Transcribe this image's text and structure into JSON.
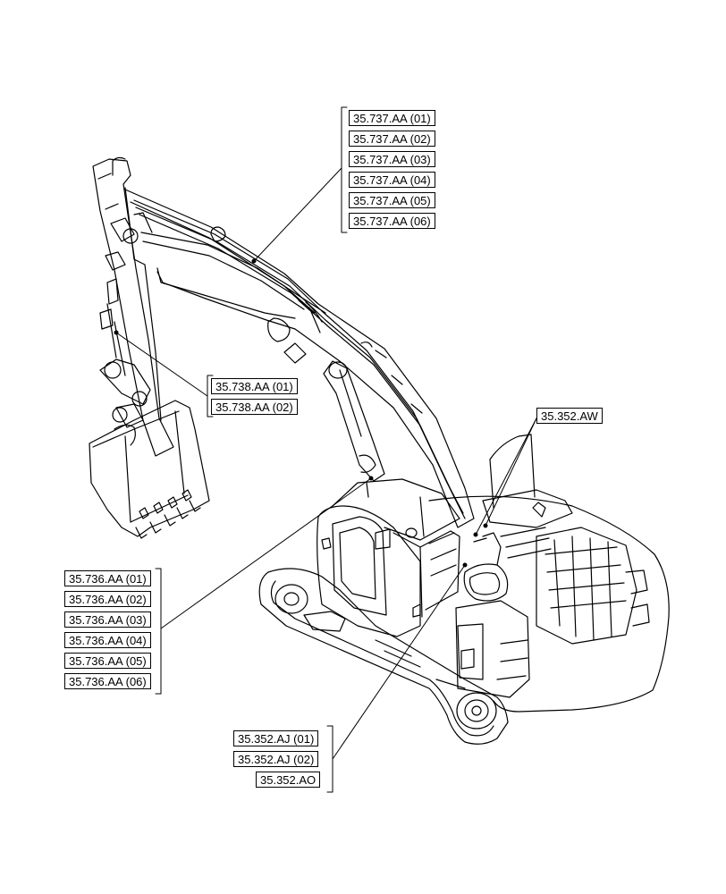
{
  "callouts": {
    "arm_lines": [
      "35.737.AA (01)",
      "35.737.AA (02)",
      "35.737.AA (03)",
      "35.737.AA (04)",
      "35.737.AA (05)",
      "35.737.AA (06)"
    ],
    "bucket_lines": [
      "35.738.AA (01)",
      "35.738.AA (02)"
    ],
    "swivel": "35.352.AW",
    "boom_lines": [
      "35.736.AA (01)",
      "35.736.AA (02)",
      "35.736.AA (03)",
      "35.736.AA (04)",
      "35.736.AA (05)",
      "35.736.AA (06)"
    ],
    "pump_lines": [
      "35.352.AJ (01)",
      "35.352.AJ (02)",
      "35.352.AO"
    ]
  }
}
